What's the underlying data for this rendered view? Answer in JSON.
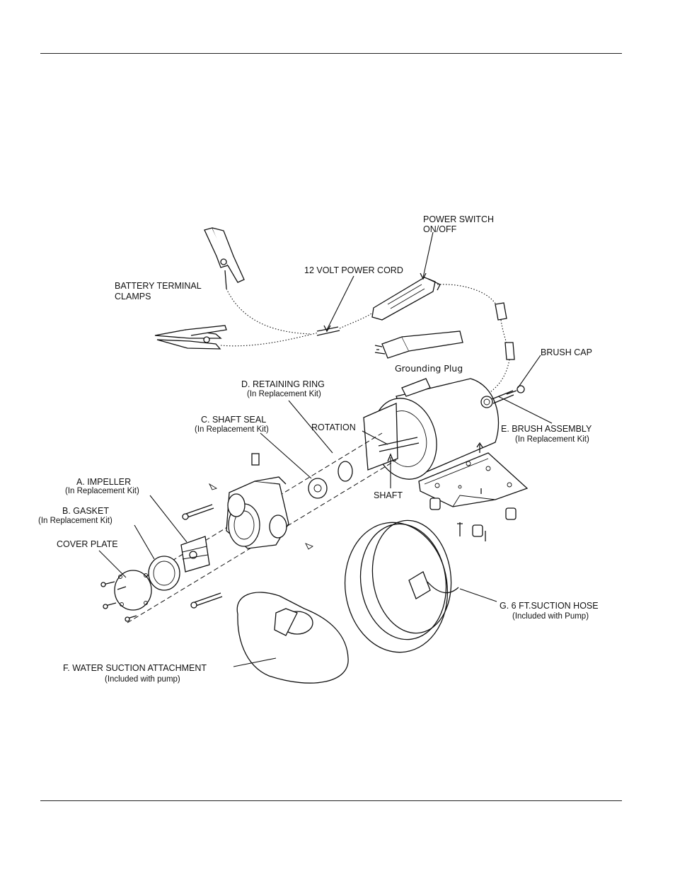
{
  "labels": {
    "power_switch_1": "POWER SWITCH",
    "power_switch_2": "ON/OFF",
    "power_cord": "12 VOLT POWER CORD",
    "battery_clamps_1": "BATTERY TERMINAL",
    "battery_clamps_2": "CLAMPS",
    "grounding_plug": "Grounding Plug",
    "brush_cap": "BRUSH CAP",
    "retaining_ring_1": "D.  RETAINING RING",
    "retaining_ring_2": "(In Replacement Kit)",
    "shaft_seal_1": "C.  SHAFT SEAL",
    "shaft_seal_2": "(In Replacement Kit)",
    "rotation": "ROTATION",
    "brush_assembly_1": "E.  BRUSH ASSEMBLY",
    "brush_assembly_2": "(In Replacement Kit)",
    "impeller_1": "A.  IMPELLER",
    "impeller_2": "(In Replacement Kit)",
    "gasket_1": "B. GASKET",
    "gasket_2": "(In Replacement Kit)",
    "cover_plate": "COVER PLATE",
    "shaft": "SHAFT",
    "suction_hose_1": "G. 6 FT.SUCTION HOSE",
    "suction_hose_2": "(Included with Pump)",
    "water_attachment_1": "F. WATER SUCTION ATTACHMENT",
    "water_attachment_2": "(Included with pump)"
  }
}
